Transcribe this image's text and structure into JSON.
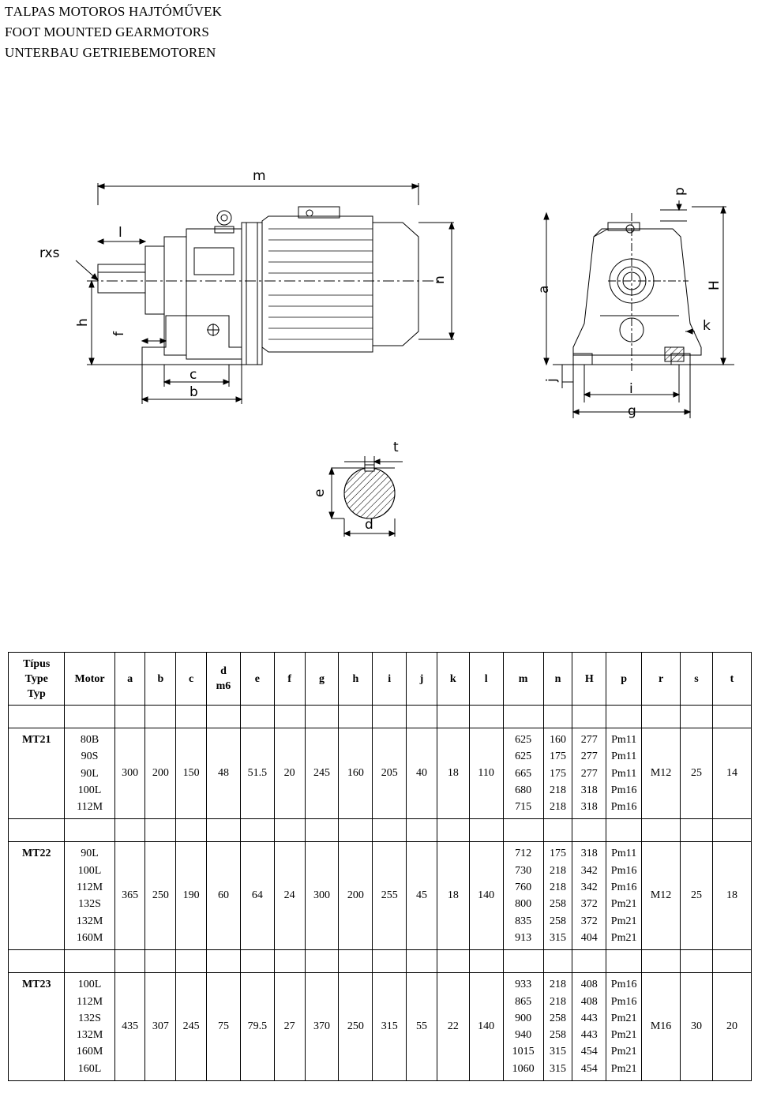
{
  "titles": [
    {
      "first": "T",
      "rest": "ALPAS MOTOROS HAJTÓMŰVEK"
    },
    {
      "first": "F",
      "rest": "OOT MOUNTED GEARMOTORS"
    },
    {
      "first": "U",
      "rest": "NTERBAU GETRIEBEMOTOREN"
    }
  ],
  "drawing_labels": {
    "m": "m",
    "l": "l",
    "rxs": "rxs",
    "n": "n",
    "h": "h",
    "f": "f",
    "c": "c",
    "b": "b",
    "p": "p",
    "a": "a",
    "H": "H",
    "k": "k",
    "j": "j",
    "i": "i",
    "g": "g",
    "t": "t",
    "e": "e",
    "d": "d"
  },
  "table": {
    "type_header": [
      "Típus",
      "Type",
      "Typ"
    ],
    "columns": [
      "Motor",
      "a",
      "b",
      "c",
      "d",
      "e",
      "f",
      "g",
      "h",
      "i",
      "j",
      "k",
      "l",
      "m",
      "n",
      "H",
      "p",
      "r",
      "s",
      "t"
    ],
    "d_sub": "m6",
    "groups": [
      {
        "type": "MT21",
        "motors": [
          "80B",
          "90S",
          "90L",
          "100L",
          "112M"
        ],
        "shared": {
          "a": "300",
          "b": "200",
          "c": "150",
          "d": "48",
          "e": "51.5",
          "f": "20",
          "g": "245",
          "h": "160",
          "i": "205",
          "j": "40",
          "k": "18",
          "l": "110"
        },
        "m": [
          "625",
          "625",
          "665",
          "680",
          "715"
        ],
        "n": [
          "160",
          "175",
          "175",
          "218",
          "218"
        ],
        "H": [
          "277",
          "277",
          "277",
          "318",
          "318"
        ],
        "p": [
          "Pm11",
          "Pm11",
          "Pm11",
          "Pm16",
          "Pm16"
        ],
        "rst": {
          "r": "M12",
          "s": "25",
          "t": "14"
        }
      },
      {
        "type": "MT22",
        "motors": [
          "90L",
          "100L",
          "112M",
          "132S",
          "132M",
          "160M"
        ],
        "shared": {
          "a": "365",
          "b": "250",
          "c": "190",
          "d": "60",
          "e": "64",
          "f": "24",
          "g": "300",
          "h": "200",
          "i": "255",
          "j": "45",
          "k": "18",
          "l": "140"
        },
        "m": [
          "712",
          "730",
          "760",
          "800",
          "835",
          "913"
        ],
        "n": [
          "175",
          "218",
          "218",
          "258",
          "258",
          "315"
        ],
        "H": [
          "318",
          "342",
          "342",
          "372",
          "372",
          "404"
        ],
        "p": [
          "Pm11",
          "Pm16",
          "Pm16",
          "Pm21",
          "Pm21",
          "Pm21"
        ],
        "rst": {
          "r": "M12",
          "s": "25",
          "t": "18"
        }
      },
      {
        "type": "MT23",
        "motors": [
          "100L",
          "112M",
          "132S",
          "132M",
          "160M",
          "160L"
        ],
        "shared": {
          "a": "435",
          "b": "307",
          "c": "245",
          "d": "75",
          "e": "79.5",
          "f": "27",
          "g": "370",
          "h": "250",
          "i": "315",
          "j": "55",
          "k": "22",
          "l": "140"
        },
        "m": [
          "933",
          "865",
          "900",
          "940",
          "1015",
          "1060"
        ],
        "n": [
          "218",
          "218",
          "258",
          "258",
          "315",
          "315"
        ],
        "H": [
          "408",
          "408",
          "443",
          "443",
          "454",
          "454"
        ],
        "p": [
          "Pm16",
          "Pm16",
          "Pm21",
          "Pm21",
          "Pm21",
          "Pm21"
        ],
        "rst": {
          "r": "M16",
          "s": "30",
          "t": "20"
        }
      }
    ]
  }
}
